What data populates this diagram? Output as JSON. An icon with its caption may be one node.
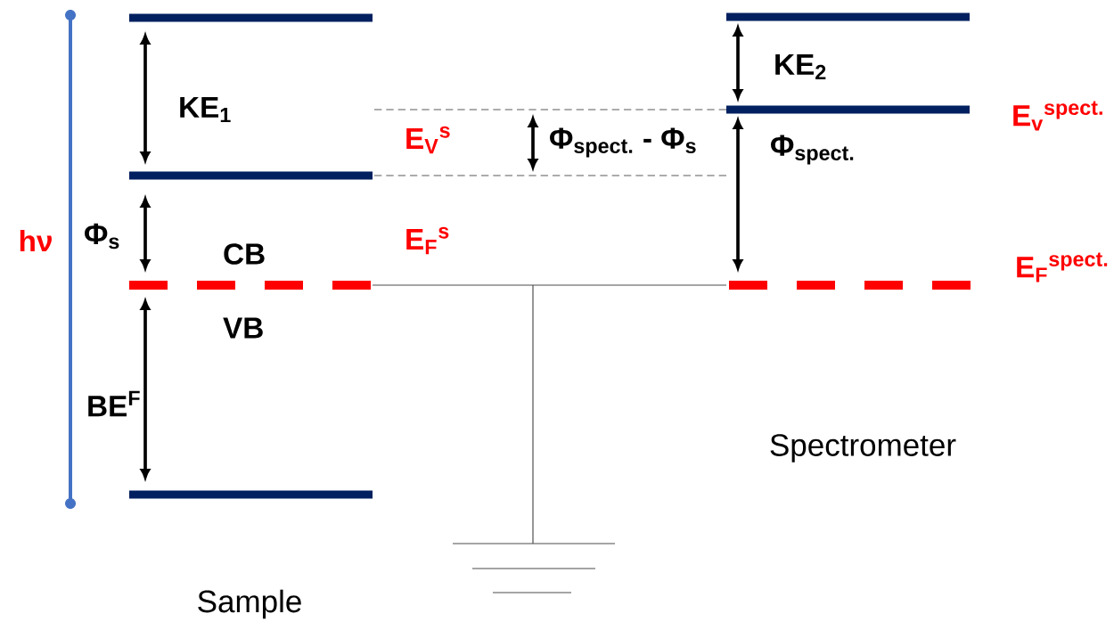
{
  "diagram": {
    "labels": [
      "KE$_{1}$",
      "hν",
      "Φ$_{s}$",
      "CB",
      "VB",
      "BE$^{F}$",
      "E$_{V}$$^{s}$",
      "E$_{F}$$^{s}$",
      "Φ$_{spect.}$ - Φ$_{s}$",
      "KE$_{2}$",
      "Φ$_{spect.}$",
      "E$_{v}$$^{spect.}$",
      "E$_{F}$$^{spect.}$",
      "Spectrometer",
      "Sample"
    ]
  }
}
